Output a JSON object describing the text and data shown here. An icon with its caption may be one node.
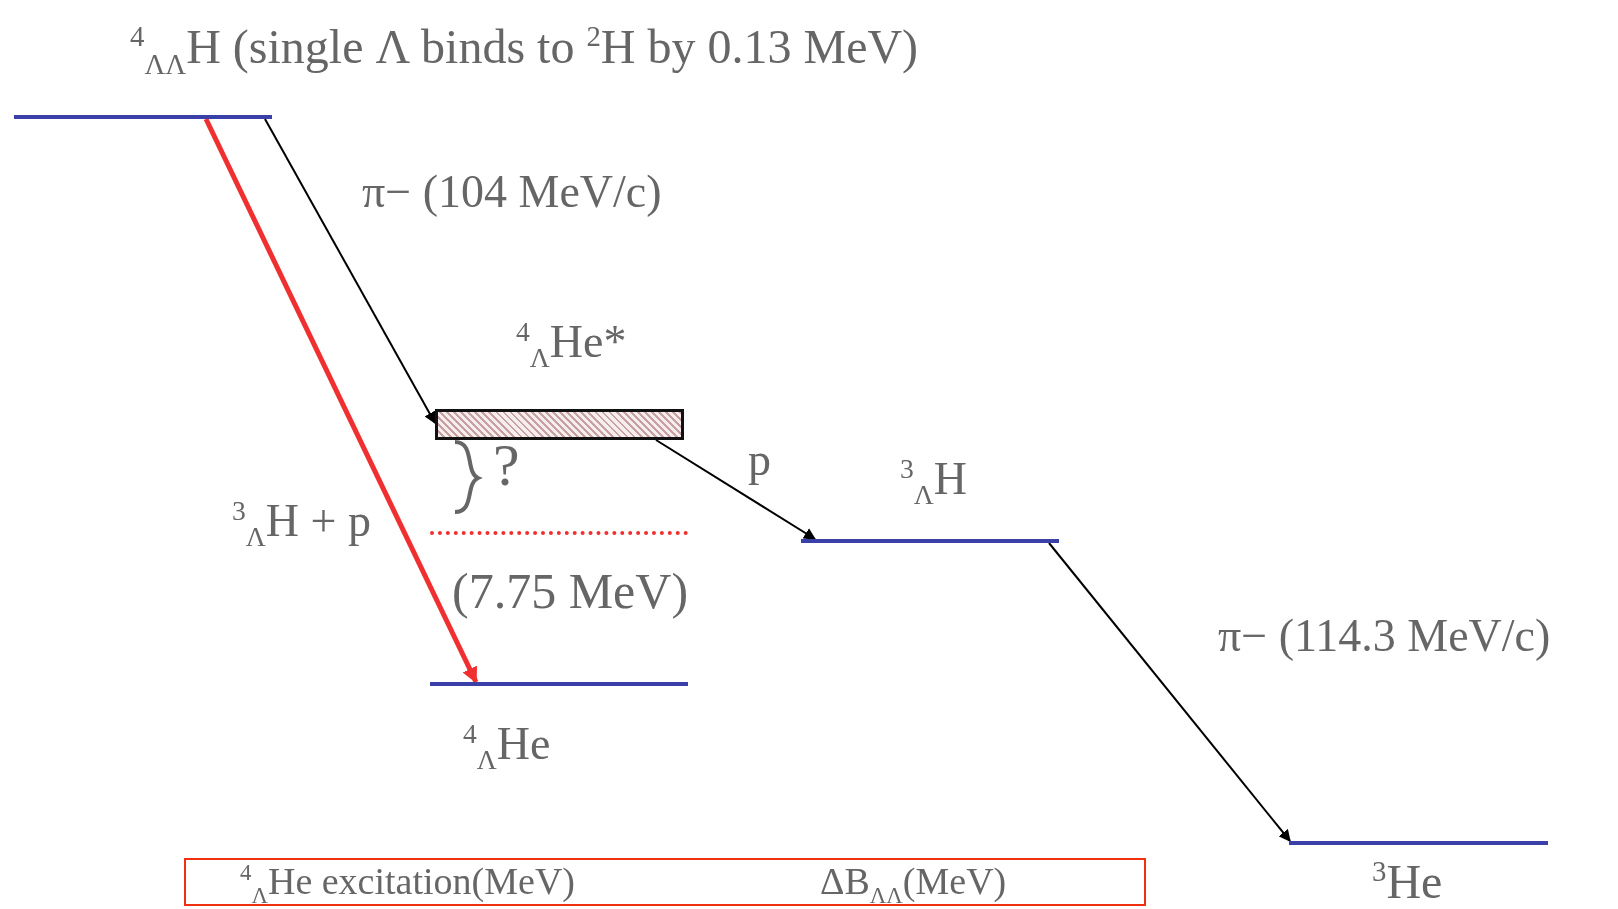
{
  "diagram": {
    "nodes": [
      {
        "text": [
          "$^{4}$$_{ΛΛ}$H (single Λ binds to $^{2}$H by 0.13 MeV)"
        ]
      },
      {
        "text": [
          "$^{4}$$_{Λ}$He*"
        ]
      },
      {
        "text": [
          "$^{3}$$_{Λ}$H + p",
          "(7.75 MeV)"
        ]
      },
      {
        "text": [
          "$^{4}$$_{Λ}$He"
        ]
      },
      {
        "text": [
          "$^{3}$$_{Λ}$H"
        ]
      },
      {
        "text": [
          "$^{3}$He"
        ]
      },
      {
        "text": [
          "$^{4}$$_{Λ}$He excitation(MeV)",
          "ΔB$_{ΛΛ}$(MeV)"
        ]
      }
    ],
    "edges": [
      {
        "from": 0,
        "to": 1,
        "arrow": "to",
        "label": "π− (104 MeV/c)"
      },
      {
        "from": 0,
        "to": 3,
        "arrow": "to",
        "style": "thick",
        "color": "#f03030"
      },
      {
        "from": 1,
        "to": 4,
        "arrow": "to",
        "label": "p"
      },
      {
        "from": 4,
        "to": 5,
        "arrow": "to",
        "label": "π− (114.3 MeV/c)"
      }
    ],
    "labels": [
      "?"
    ]
  }
}
